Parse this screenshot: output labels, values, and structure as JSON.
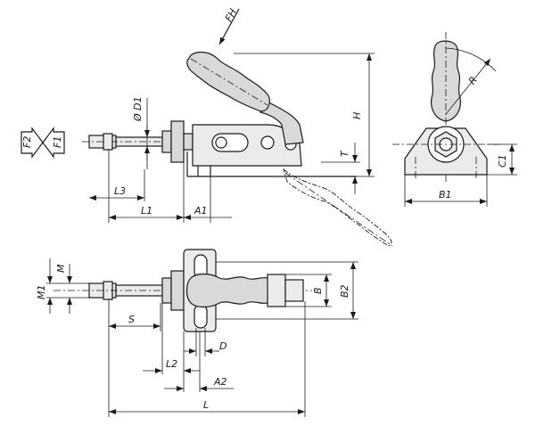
{
  "labels": {
    "FH": "FH",
    "H": "H",
    "T": "T",
    "D1": "Ø D1",
    "F1": "F1",
    "F2": "F2",
    "L3": "L3",
    "L1": "L1",
    "A1": "A1",
    "R": "R",
    "C1": "C1",
    "B1": "B1",
    "M": "M",
    "M1": "M1",
    "S": "S",
    "D": "D",
    "L2": "L2",
    "A2": "A2",
    "L": "L",
    "B": "B",
    "B2": "B2"
  }
}
